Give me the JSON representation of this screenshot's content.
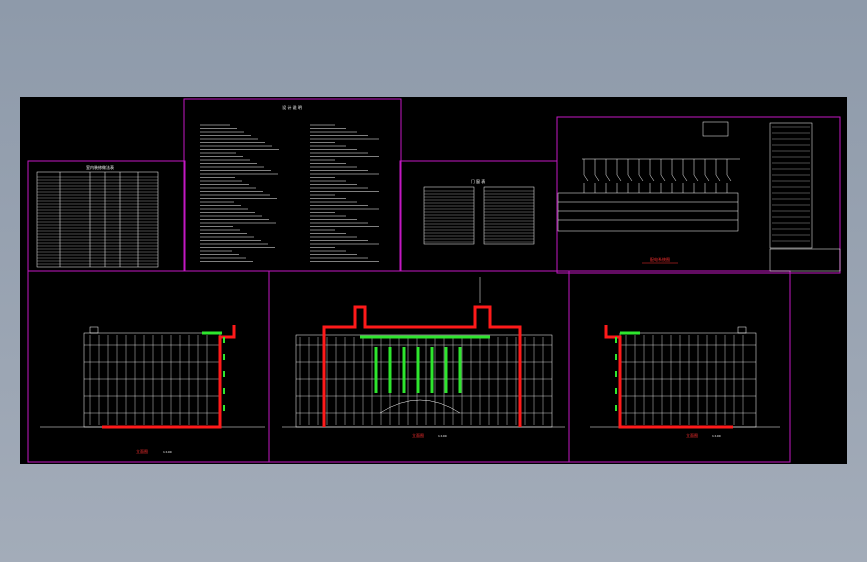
{
  "drawing": {
    "background": "#000000",
    "frame_color": "#c318c3",
    "line_color": "#ffffff",
    "highlight_color": "#ff1a1a",
    "accent_color": "#2ee62e"
  },
  "panels": {
    "notes_title": "设 计 说 明",
    "schedule_title": "门 窗 表",
    "room_table_title": "室内装修做法表",
    "diagram_title": "配电系统图"
  },
  "elevations": [
    {
      "name": "left-elevation",
      "caption": "立面图",
      "scale": "1:100"
    },
    {
      "name": "front-elevation",
      "caption": "立面图",
      "scale": "1:100"
    },
    {
      "name": "right-elevation",
      "caption": "立面图",
      "scale": "1:100"
    }
  ]
}
